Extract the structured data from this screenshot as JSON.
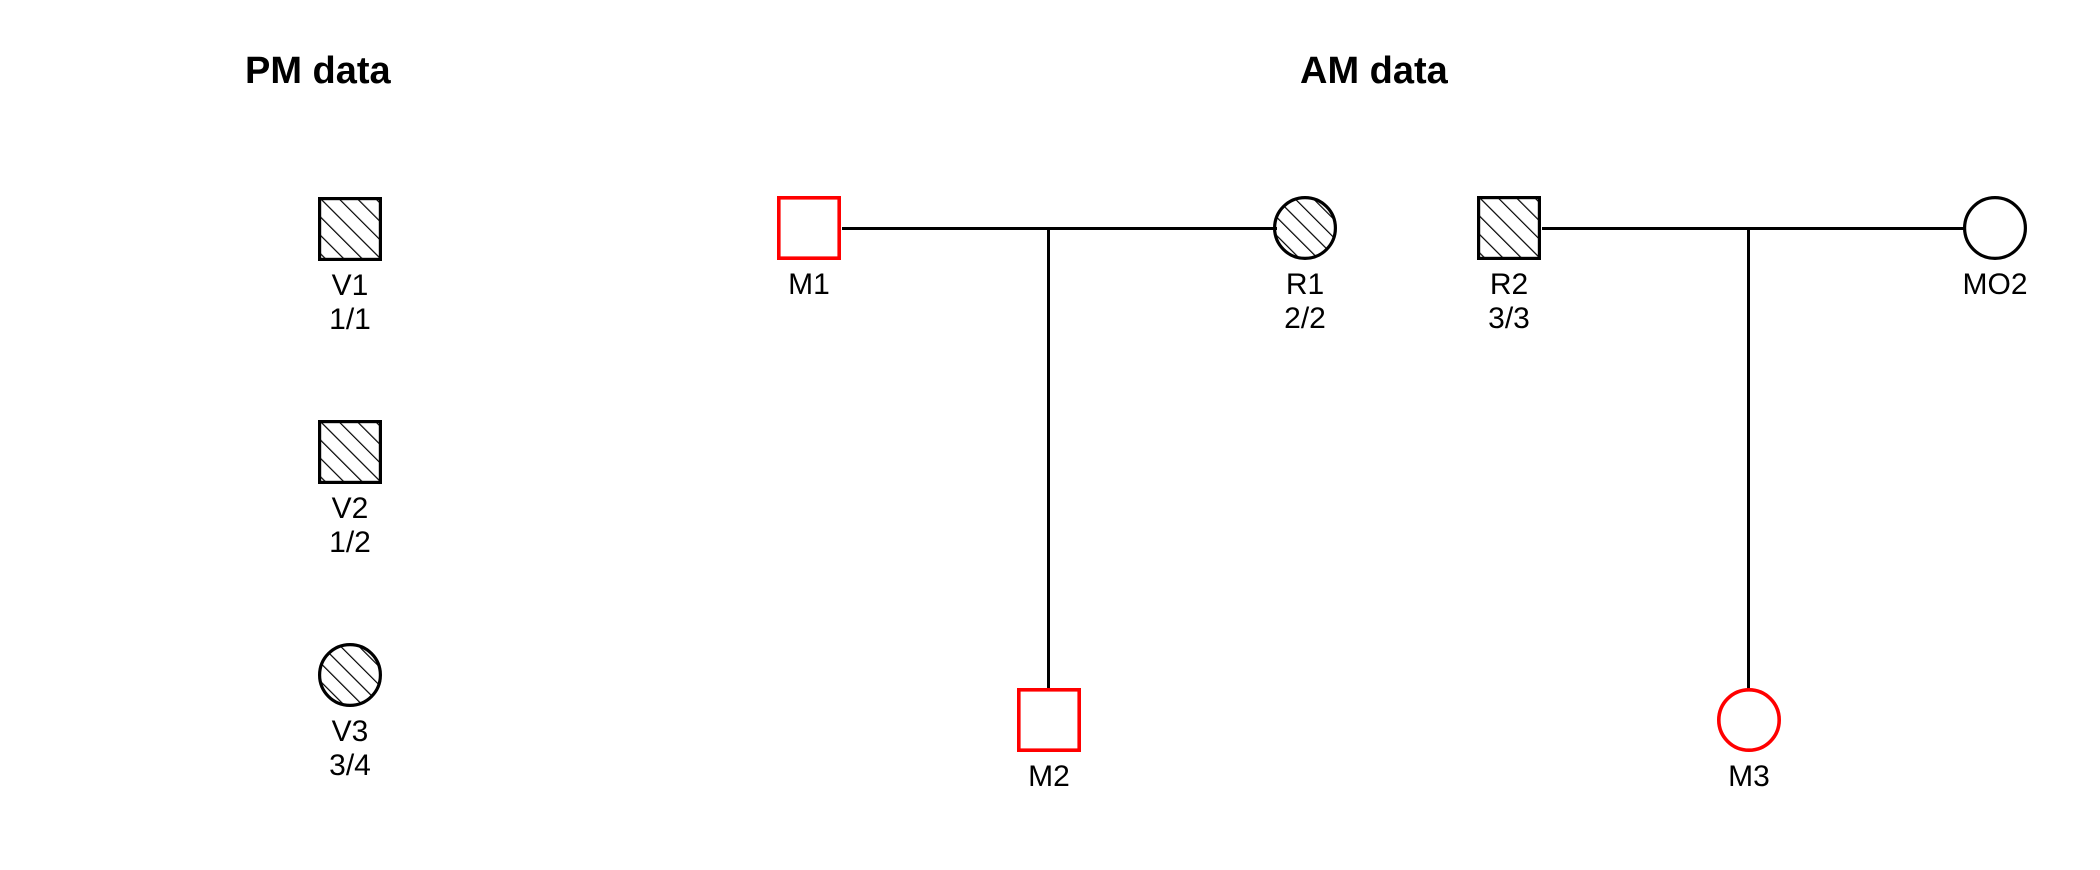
{
  "panels": {
    "pm": {
      "title": "PM data"
    },
    "am": {
      "title": "AM data"
    }
  },
  "colors": {
    "stroke_black": "#000000",
    "stroke_red": "#FF0000",
    "background": "#FFFFFF"
  },
  "pm_individuals": [
    {
      "id": "V1",
      "genotype": "1/1",
      "shape": "square",
      "fill": "hatched",
      "color": "#000000"
    },
    {
      "id": "V2",
      "genotype": "1/2",
      "shape": "square",
      "fill": "hatched",
      "color": "#000000"
    },
    {
      "id": "V3",
      "genotype": "3/4",
      "shape": "circle",
      "fill": "hatched",
      "color": "#000000"
    }
  ],
  "am_individuals": [
    {
      "id": "M1",
      "genotype": "",
      "shape": "square",
      "fill": "empty",
      "color": "#FF0000"
    },
    {
      "id": "R1",
      "genotype": "2/2",
      "shape": "circle",
      "fill": "hatched",
      "color": "#000000"
    },
    {
      "id": "M2",
      "genotype": "",
      "shape": "square",
      "fill": "empty",
      "color": "#FF0000"
    },
    {
      "id": "R2",
      "genotype": "3/3",
      "shape": "square",
      "fill": "hatched",
      "color": "#000000"
    },
    {
      "id": "MO2",
      "genotype": "",
      "shape": "circle",
      "fill": "empty",
      "color": "#000000"
    },
    {
      "id": "M3",
      "genotype": "",
      "shape": "circle",
      "fill": "empty",
      "color": "#FF0000"
    }
  ],
  "am_families": [
    {
      "father": "M1",
      "mother": "R1",
      "children": [
        "M2"
      ]
    },
    {
      "father": "R2",
      "mother": "MO2",
      "children": [
        "M3"
      ]
    }
  ]
}
